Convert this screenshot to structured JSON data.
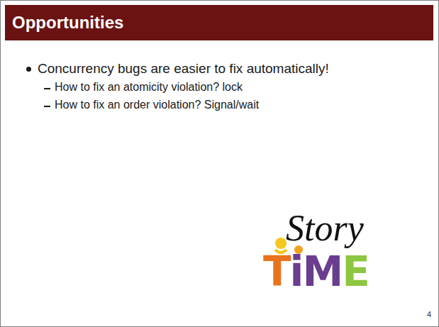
{
  "diagram": {
    "title": "Opportunities",
    "labels": [
      "Concurrency bugs are easier to fix automatically!",
      "How to fix an atomicity violation? lock",
      "How to fix an order violation? Signal/wait",
      "Story",
      "TiME",
      "4"
    ]
  }
}
